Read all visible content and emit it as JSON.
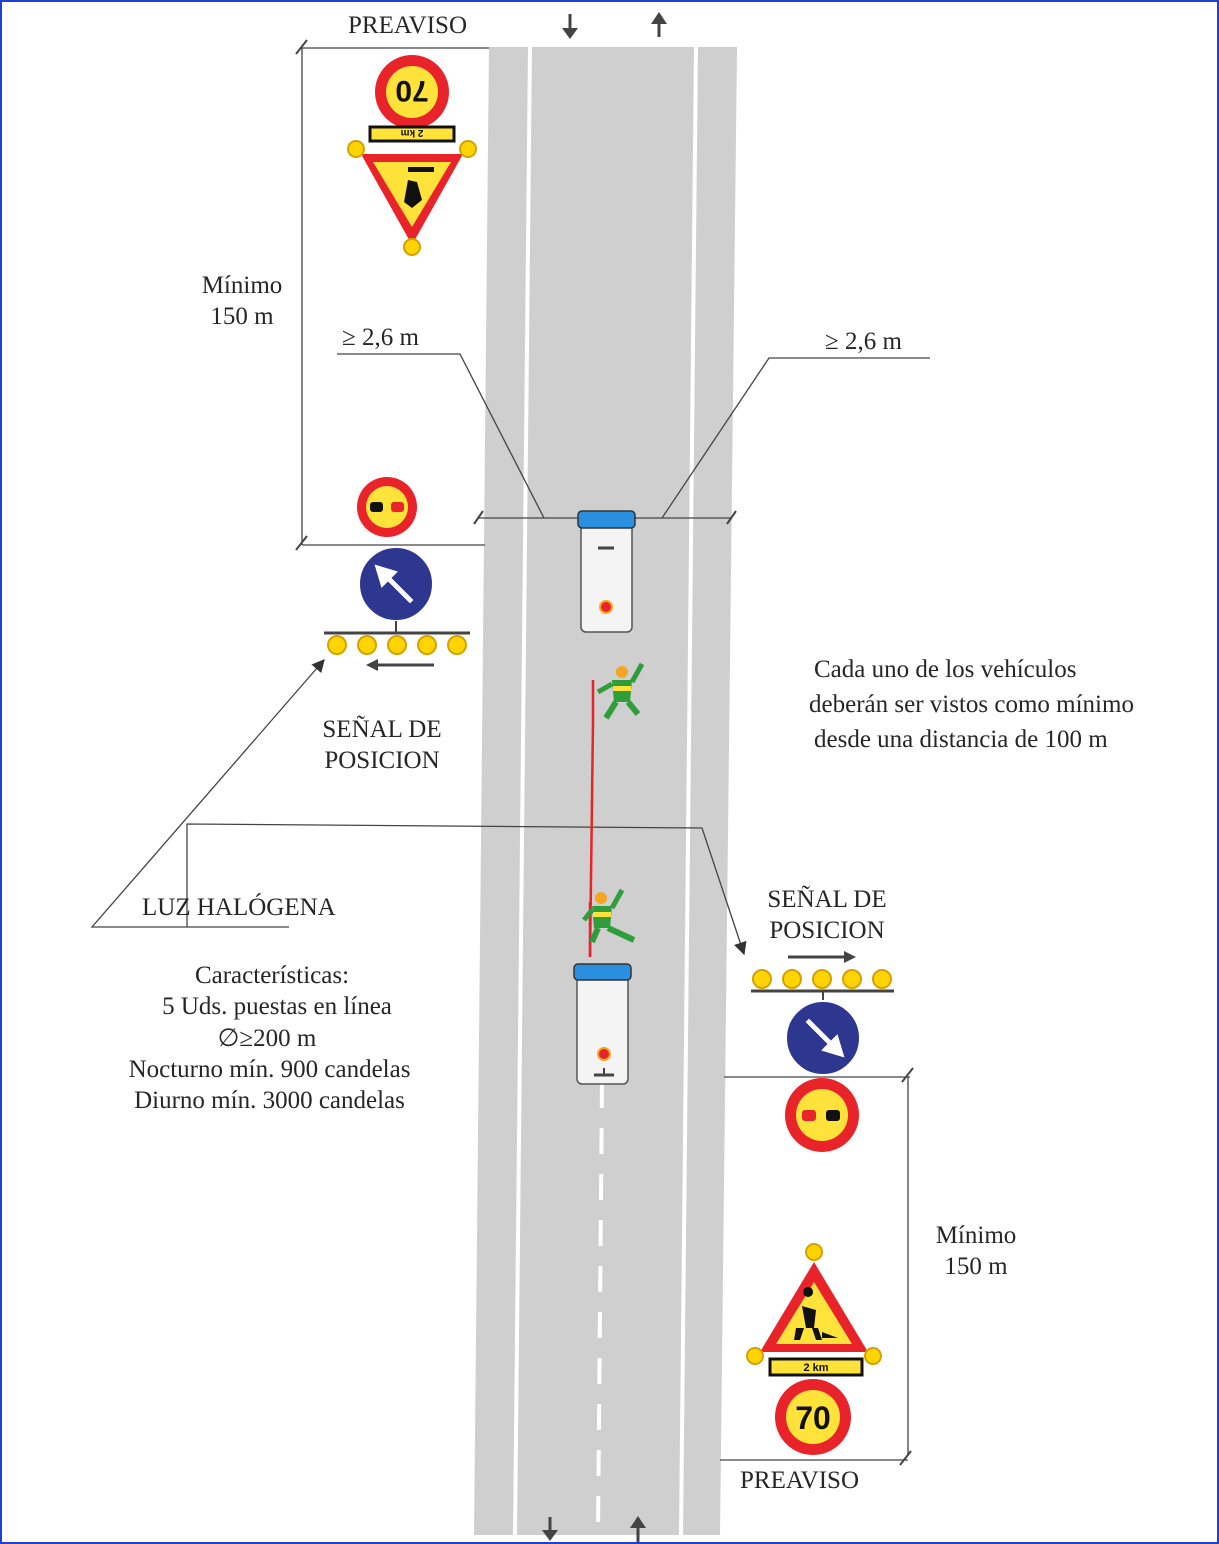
{
  "labels": {
    "preaviso_top": "PREAVISO",
    "preaviso_bottom": "PREAVISO",
    "minimo_left": [
      "Mínimo",
      "150 m"
    ],
    "minimo_right": [
      "Mínimo",
      "150 m"
    ],
    "clearance_left": "≥ 2,6 m",
    "clearance_right": "≥ 2,6 m",
    "senal_left": [
      "SEÑAL DE",
      "POSICION"
    ],
    "senal_right": [
      "SEÑAL DE",
      "POSICION"
    ],
    "luz": "LUZ HALÓGENA",
    "note": [
      "Cada uno de los vehículos",
      "deberán ser vistos como mínimo",
      "desde una distancia de 100 m"
    ],
    "caracteristicas": [
      "Características:",
      "5 Uds. puestas en línea",
      "∅≥200 m",
      "Nocturno mín. 900 candelas",
      "Diurno mín. 3000 candelas"
    ]
  },
  "signs": {
    "speed_limit": "70",
    "distance_plate": "2 km"
  },
  "colors": {
    "road": "#cfcfcf",
    "lane_line": "#ffffff",
    "sign_red": "#e8232a",
    "sign_yellow": "#ffe23a",
    "sign_blue": "#2d3790",
    "vehicle_blue": "#2b8fe0",
    "frame": "#1f3fd6"
  }
}
